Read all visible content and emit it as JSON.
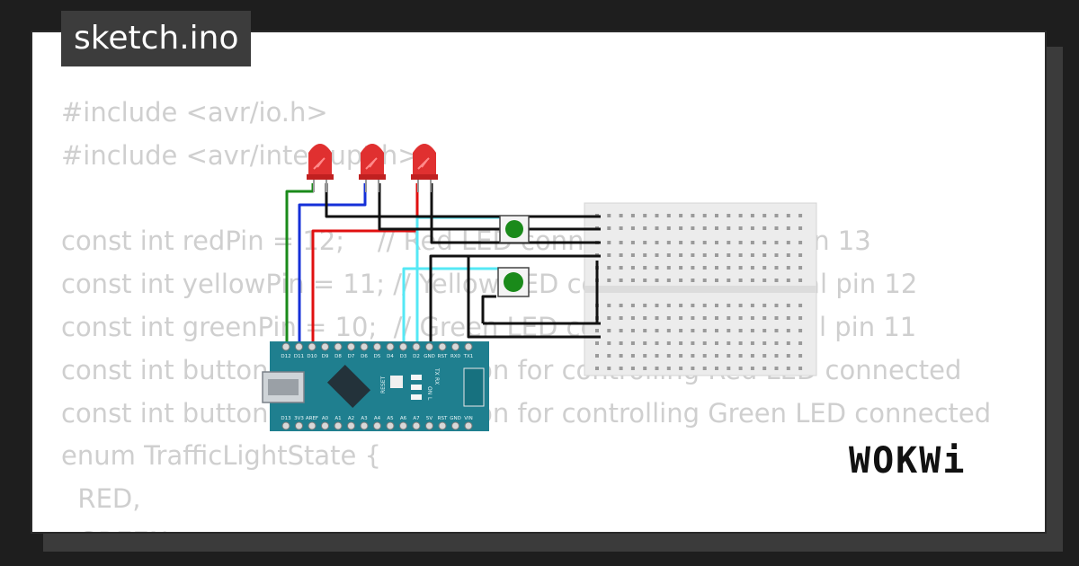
{
  "title": "sketch.ino",
  "code_lines": [
    "#include <avr/io.h>",
    "#include <avr/interrupt.h>",
    "",
    "const int redPin = 12;    // Red LED connected to digital pin 13",
    "const int yellowPin = 11; // Yellow LED connected to digital pin 12",
    "const int greenPin = 10;  // Green LED connected to digital pin 11",
    "const int buttonPin1 = 3; // Button for controlling Red LED connected",
    "const int buttonPin2 = 2; // Button for controlling Green LED connected",
    "enum TrafficLightState {",
    "  RED,",
    "  GREEN,"
  ],
  "logo": "WOKWi",
  "board": {
    "top_pins": [
      "D12",
      "D11",
      "D10",
      "D9",
      "D8",
      "D7",
      "D6",
      "D5",
      "D4",
      "D3",
      "D2",
      "GND",
      "RST",
      "RX0",
      "TX1"
    ],
    "bottom_pins": [
      "D13",
      "3V3",
      "AREF",
      "A0",
      "A1",
      "A2",
      "A3",
      "A4",
      "A5",
      "A6",
      "A7",
      "5V",
      "RST",
      "GND",
      "VIN"
    ],
    "reset_label": "RESET",
    "led_labels": [
      "TX",
      "RX",
      "ON",
      "L"
    ]
  },
  "colors": {
    "wire_green": "#1a8a1a",
    "wire_blue": "#1530d8",
    "wire_red": "#e01010",
    "wire_cyan": "#55e8f5",
    "wire_black": "#111111",
    "board": "#1f7f8f",
    "led_red": "#e03030",
    "button_cap": "#1a8a1a"
  }
}
